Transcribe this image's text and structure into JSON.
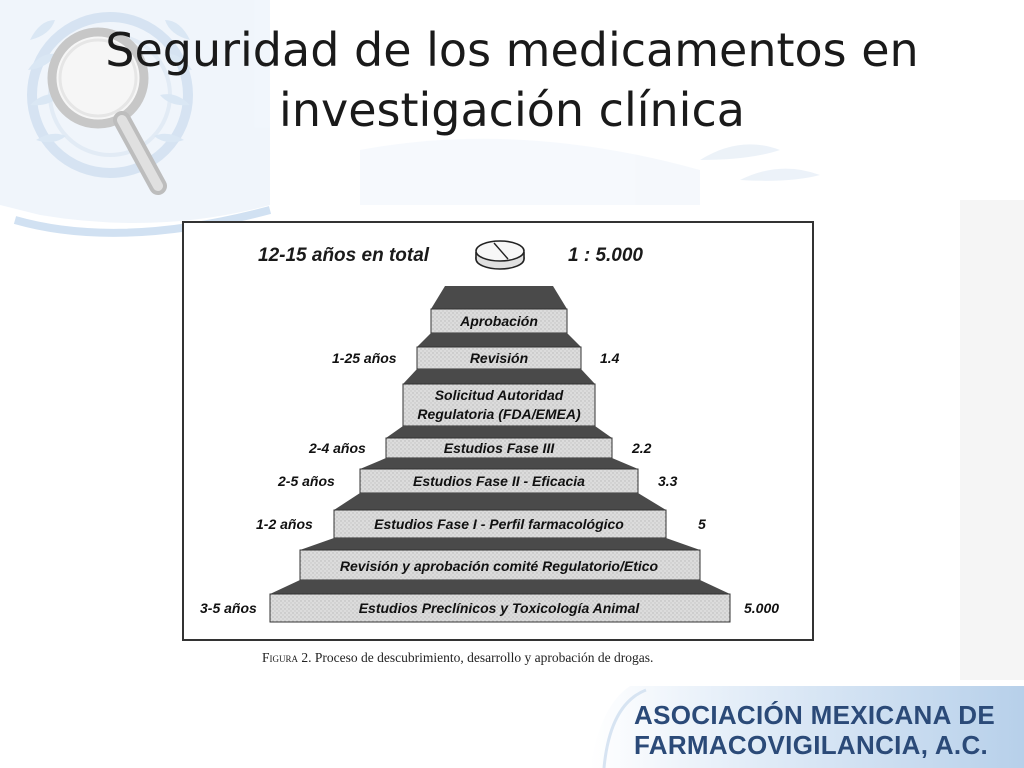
{
  "slide": {
    "title_line1": "Seguridad de los medicamentos en",
    "title_line2": "investigación clínica"
  },
  "figure": {
    "header_total": "12-15 años en total",
    "header_ratio": "1 : 5.000",
    "pill_icon": "pill-icon",
    "steps": [
      {
        "label": "Aprobación",
        "left": "",
        "right": ""
      },
      {
        "label": "Revisión",
        "left": "1-25 años",
        "right": "1.4"
      },
      {
        "label": "Solicitud Autoridad",
        "label2": "Regulatoria (FDA/EMEA)",
        "left": "",
        "right": ""
      },
      {
        "label": "Estudios Fase III",
        "left": "2-4 años",
        "right": "2.2"
      },
      {
        "label": "Estudios Fase II - Eficacia",
        "left": "2-5 años",
        "right": "3.3"
      },
      {
        "label": "Estudios Fase I - Perfil farmacológico",
        "left": "1-2 años",
        "right": "5"
      },
      {
        "label": "Revisión y aprobación comité Regulatorio/Etico",
        "left": "",
        "right": ""
      },
      {
        "label": "Estudios Preclínicos y Toxicología Animal",
        "left": "3-5 años",
        "right": "5.000"
      }
    ],
    "caption_label": "Figura 2.",
    "caption_text": " Proceso de descubrimiento, desarrollo y aprobación de drogas."
  },
  "organization": {
    "name_line1": "ASOCIACIÓN MEXICANA DE",
    "name_line2": "FARMACOVIGILANCIA, A.C."
  },
  "colors": {
    "title_text": "#1a1a1a",
    "org_text": "#2b4a78",
    "step_dark": "#4a4a4a",
    "step_light": "#d9d9d9",
    "accent_blue": "#b9d3ee"
  }
}
